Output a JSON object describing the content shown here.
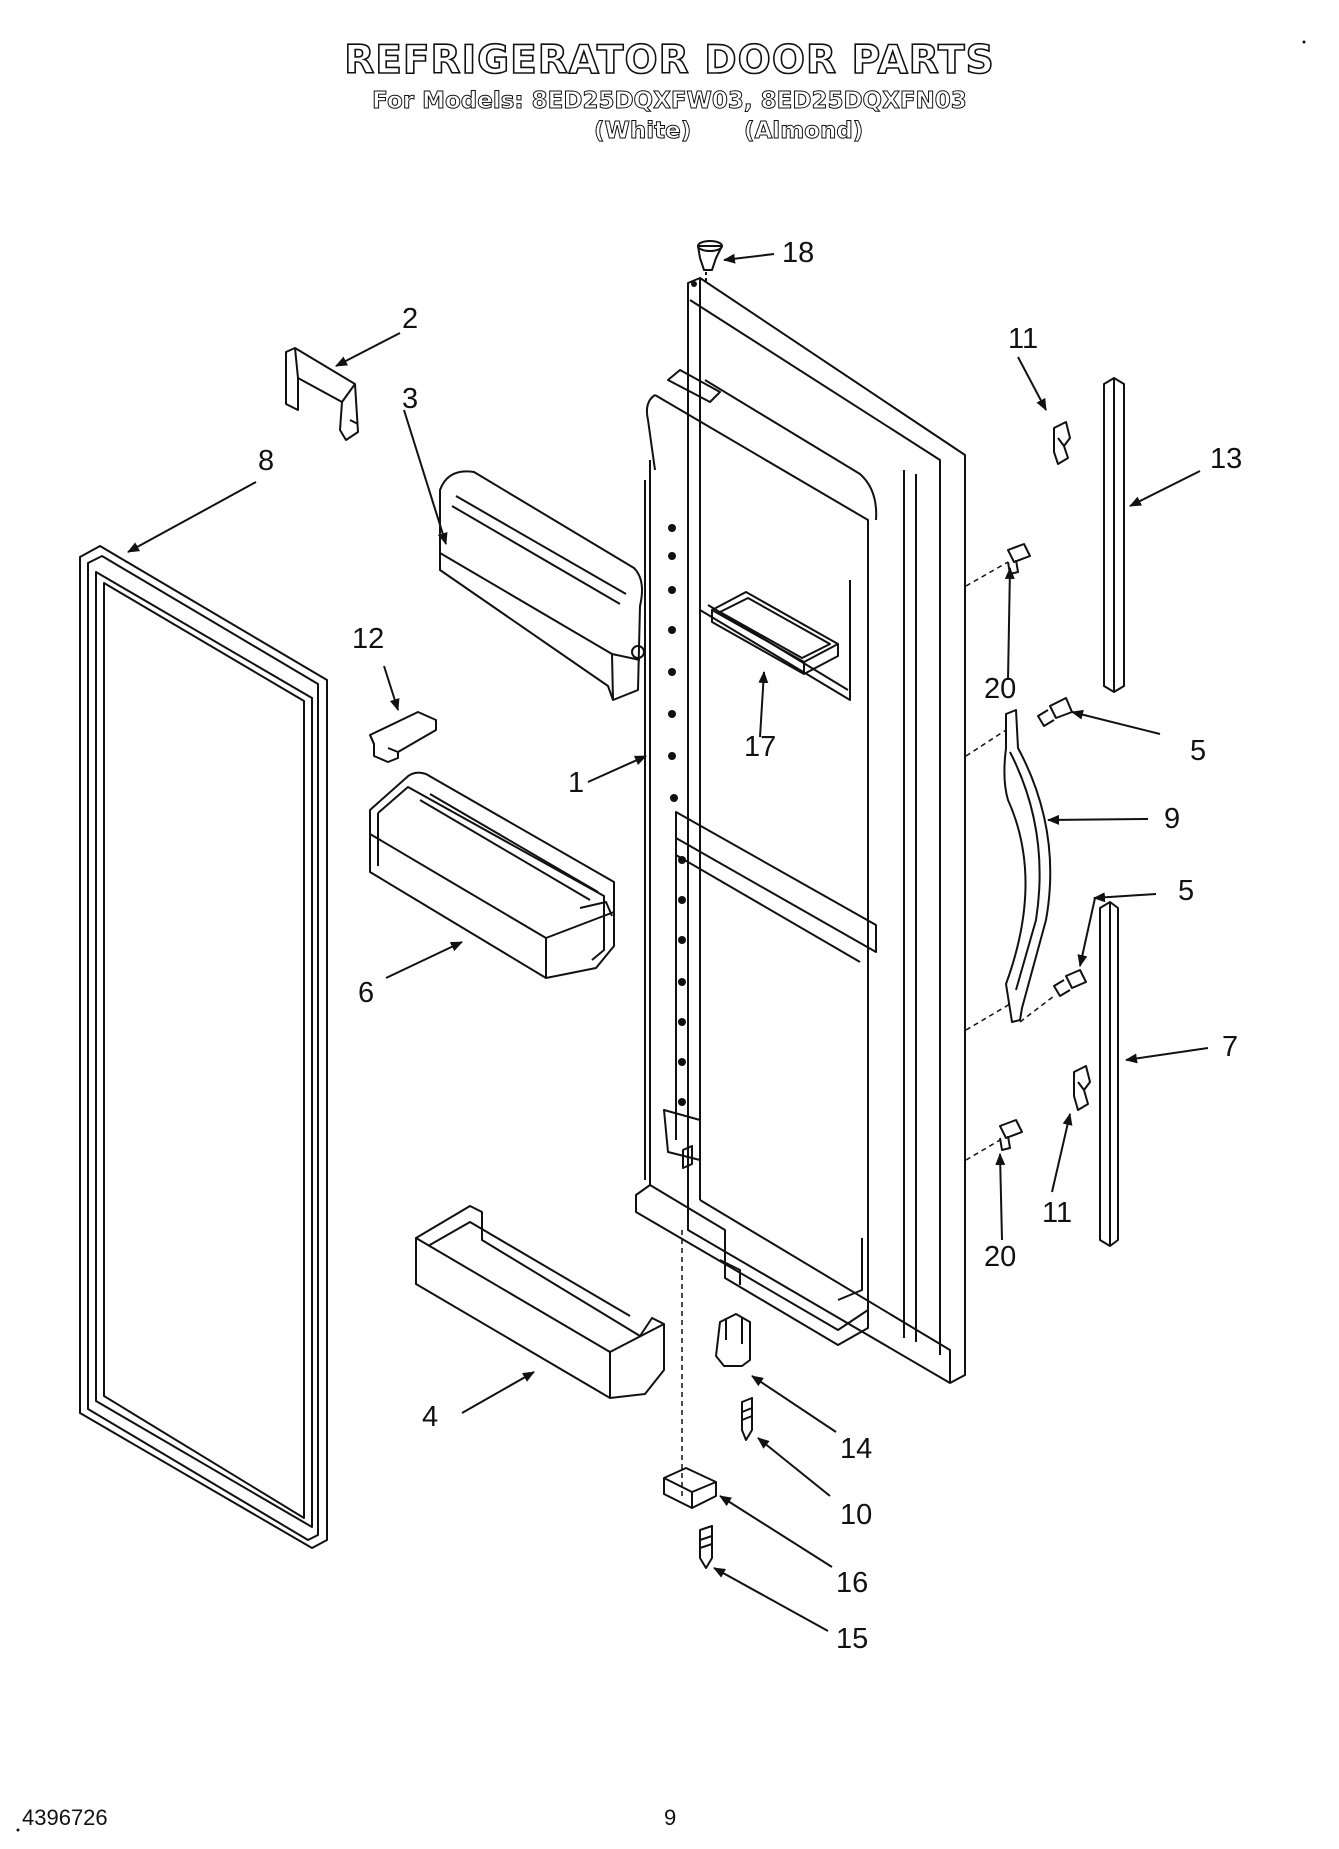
{
  "header": {
    "title": "REFRIGERATOR DOOR PARTS",
    "subtitle": "For Models: 8ED25DQXFW03, 8ED25DQXFN03",
    "variants": [
      "(White)",
      "(Almond)"
    ]
  },
  "callouts": {
    "c1": "1",
    "c2": "2",
    "c3": "3",
    "c4": "4",
    "c5a": "5",
    "c5b": "5",
    "c6": "6",
    "c7": "7",
    "c8": "8",
    "c9": "9",
    "c10": "10",
    "c11a": "11",
    "c11b": "11",
    "c12": "12",
    "c13": "13",
    "c14": "14",
    "c15": "15",
    "c16": "16",
    "c17": "17",
    "c18": "18",
    "c20a": "20",
    "c20b": "20"
  },
  "footer": {
    "doc_number": "4396726",
    "page_number": "9"
  }
}
